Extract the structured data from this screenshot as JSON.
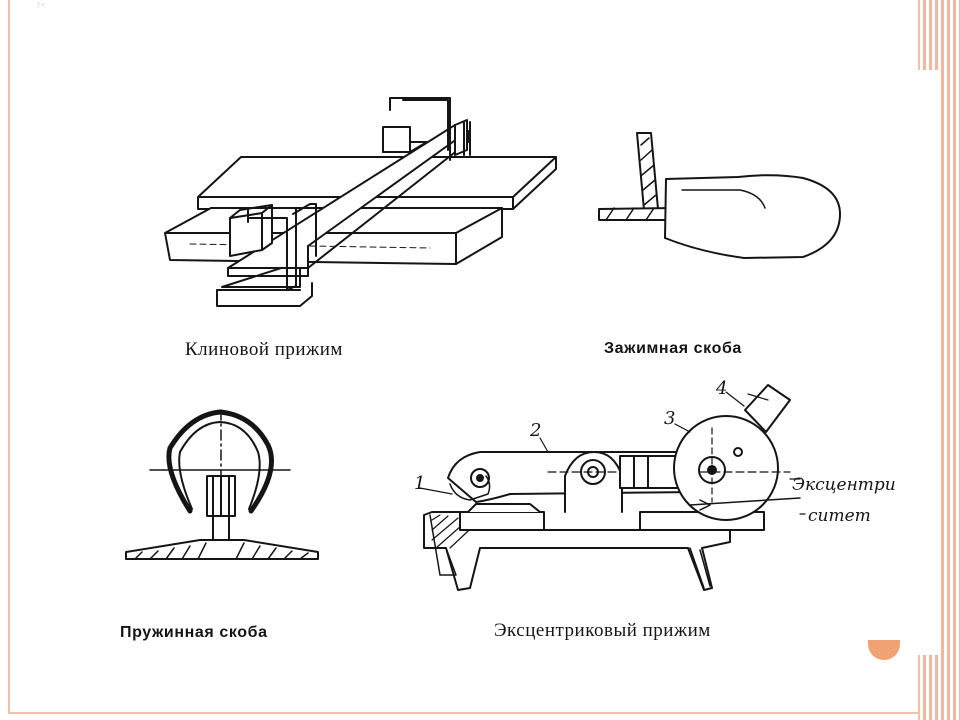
{
  "slide": {
    "top_mark": "↑▫",
    "colors": {
      "frame": "#f0c2ab",
      "stripes": "#f2b7a0",
      "accent": "#f0a274",
      "ink": "#151515"
    }
  },
  "diagrams": {
    "wedge_clamp": {
      "caption": "Клиновой прижим"
    },
    "clamp_bracket": {
      "caption": "Зажимная скоба"
    },
    "spring_bracket": {
      "caption": "Пружинная скоба"
    },
    "eccentric_clamp": {
      "caption": "Эксцентриковый прижим",
      "callouts": [
        "1",
        "2",
        "3",
        "4"
      ],
      "annotation_line1": "Эксцентри",
      "annotation_line2": "ситет"
    }
  }
}
